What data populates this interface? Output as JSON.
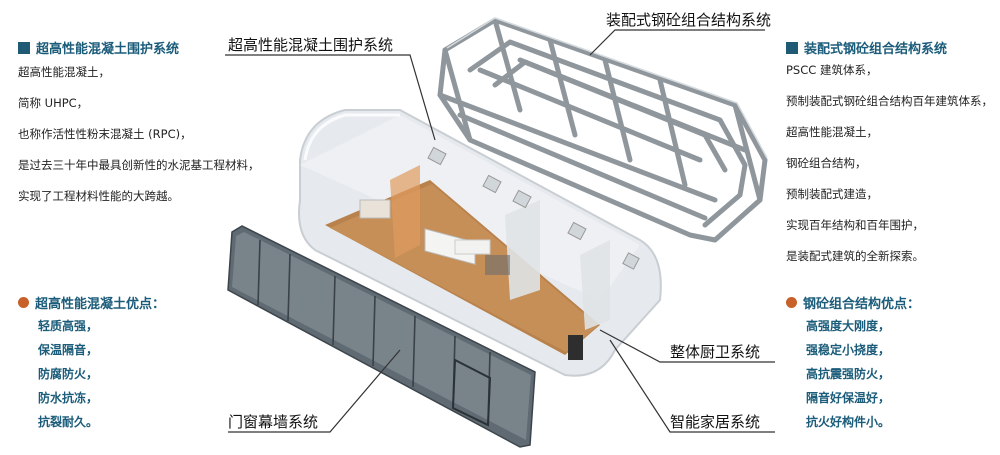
{
  "left_panel": {
    "title": "超高性能混凝土围护系统",
    "desc": [
      "超高性能混凝土，",
      "简称 UHPC，",
      "也称作活性性粉末混凝土 (RPC)，",
      "是过去三十年中最具创新性的水泥基工程材料，",
      "实现了工程材料性能的大跨越。"
    ],
    "adv_title": "超高性能混凝土优点：",
    "adv": [
      "轻质高强，",
      "保温隔音，",
      "防腐防火，",
      "防水抗冻，",
      "抗裂耐久。"
    ]
  },
  "right_panel": {
    "title": "装配式钢砼组合结构系统",
    "desc": [
      "PSCC 建筑体系，",
      "预制装配式钢砼组合结构百年建筑体系，",
      "超高性能混凝土，",
      "钢砼组合结构，",
      "预制装配式建造，",
      "实现百年结构和百年围护，",
      "是装配式建筑的全新探索。"
    ],
    "adv_title": "钢砼组合结构优点：",
    "adv": [
      "高强度大刚度，",
      "强稳定小挠度，",
      "高抗震强防火，",
      "隔音好保温好，",
      "抗火好构件小。"
    ]
  },
  "callouts": {
    "envelope": "超高性能混凝土围护系统",
    "steel_frame": "装配式钢砼组合结构系统",
    "kitchen": "整体厨卫系统",
    "curtain_wall": "门窗幕墙系统",
    "smart_home": "智能家居系统"
  },
  "colors": {
    "heading": "#1b5c7a",
    "square": "#1e5a74",
    "dot": "#c8602a"
  }
}
